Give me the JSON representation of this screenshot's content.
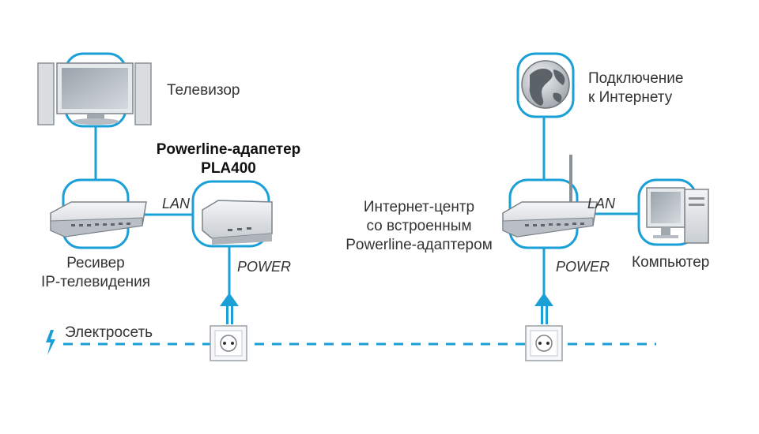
{
  "labels": {
    "tv": "Телевизор",
    "adapter_title_line1": "Powerline-адапетер",
    "adapter_title_line2": "PLA400",
    "lan_left": "LAN",
    "power_left": "POWER",
    "receiver_line1": "Ресивер",
    "receiver_line2": "IP-телевидения",
    "powerline_mains": "Электросеть",
    "internet_line1": "Подключение",
    "internet_line2": "к Интернету",
    "center_line1": "Интернет-центр",
    "center_line2": "со встроенным",
    "center_line3": "Powerline-адаптером",
    "lan_right": "LAN",
    "power_right": "POWER",
    "computer": "Компьютер"
  },
  "colors": {
    "link_blue": "#1a9fd6",
    "device_gray": "#d9dde0",
    "device_dark": "#8a9096",
    "text": "#333333"
  },
  "icons": [
    "tv-icon",
    "receiver-icon",
    "powerline-adapter-icon",
    "socket-icon",
    "globe-icon",
    "router-icon",
    "computer-icon",
    "lightning-icon"
  ]
}
